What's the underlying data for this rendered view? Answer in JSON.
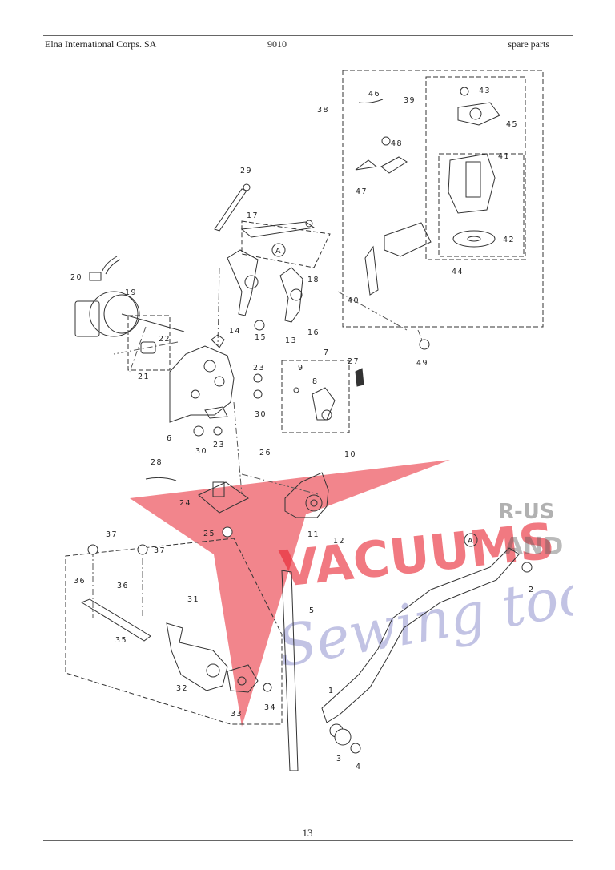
{
  "header": {
    "company": "Elna International Corps. SA",
    "model": "9010",
    "section": "spare parts"
  },
  "page_number": "13",
  "diagram": {
    "callouts": [
      "1",
      "2",
      "3",
      "4",
      "5",
      "6",
      "7",
      "8",
      "9",
      "10",
      "11",
      "12",
      "13",
      "14",
      "15",
      "16",
      "17",
      "18",
      "19",
      "20",
      "21",
      "22",
      "23",
      "23",
      "24",
      "25",
      "26",
      "27",
      "28",
      "29",
      "30",
      "30",
      "31",
      "32",
      "33",
      "34",
      "35",
      "36",
      "36",
      "37",
      "37",
      "38",
      "39",
      "40",
      "41",
      "42",
      "43",
      "44",
      "45",
      "46",
      "47",
      "48",
      "49"
    ],
    "reference_mark": "A"
  },
  "watermark": {
    "brand": "VACUUMS",
    "suffix_top": "R-US",
    "suffix_bottom": "AND",
    "script": "Sewing too",
    "colors": {
      "red": "#e8212e",
      "blue": "#3a3da8"
    }
  }
}
